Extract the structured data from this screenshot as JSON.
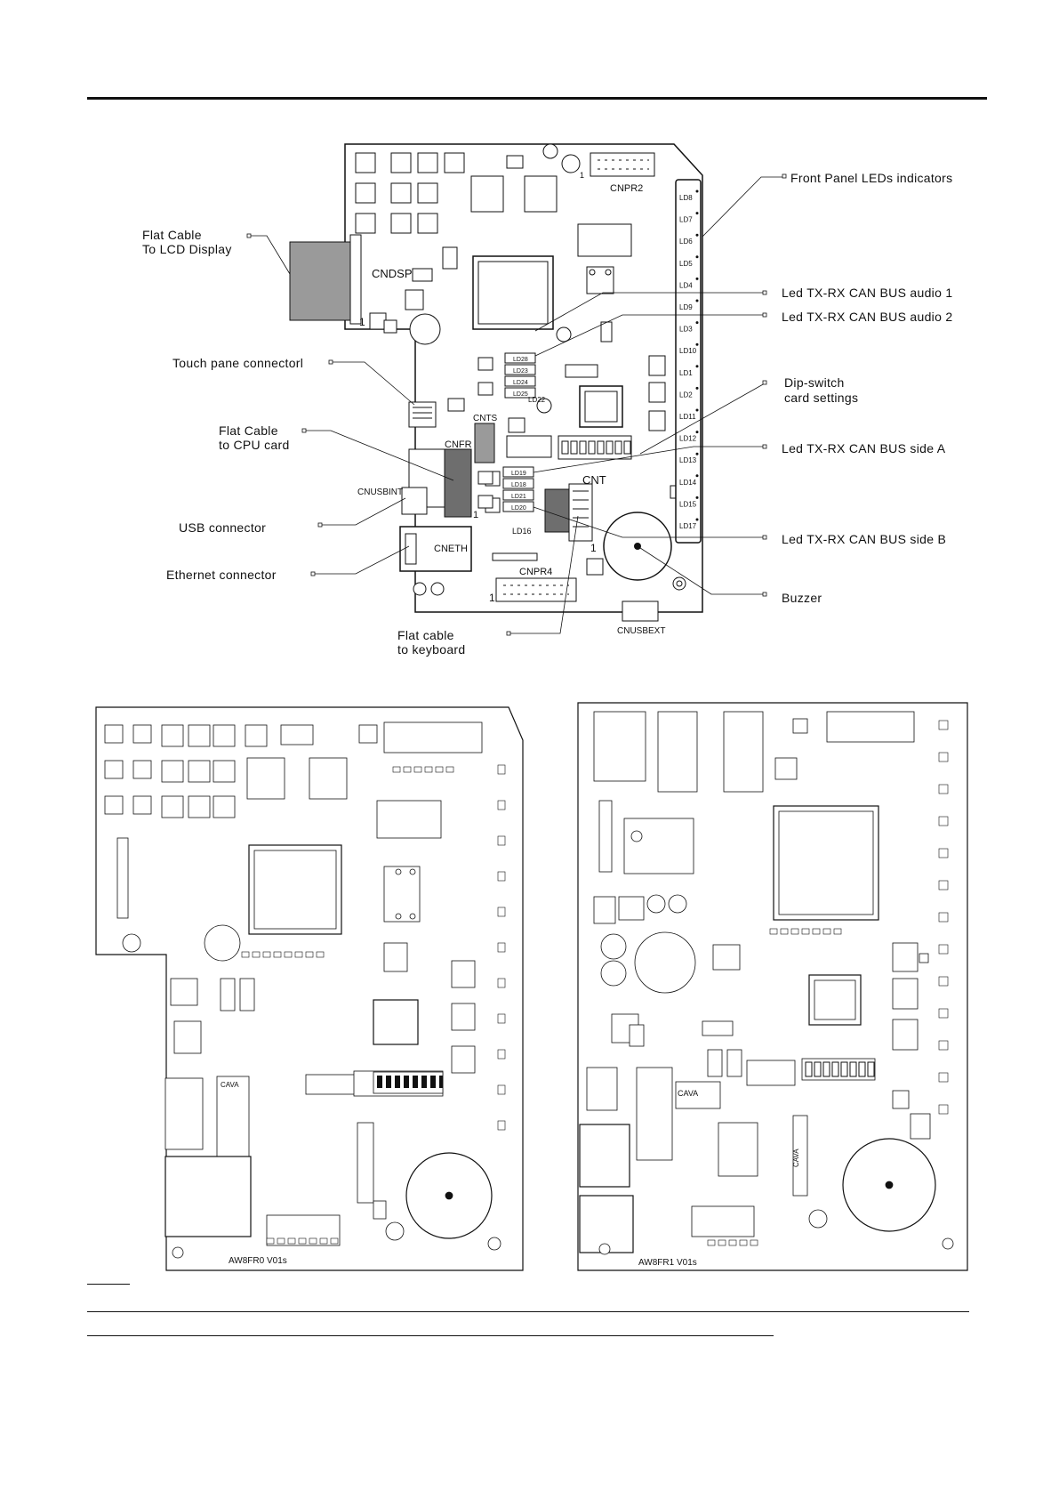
{
  "callouts": {
    "front_panel_leds": "Front  Panel  LEDs  indicators",
    "flat_cable_lcd_line1": "Flat  Cable",
    "flat_cable_lcd_line2": "To  LCD  Display",
    "led_can_audio1": "Led  TX-RX  CAN  BUS  audio  1",
    "led_can_audio2": "Led  TX-RX  CAN  BUS  audio  2",
    "touch_panel_connector": "Touch  pane  connectorl",
    "dip_switch_line1": "Dip-switch",
    "dip_switch_line2": "card  settings",
    "flat_cable_cpu_line1": "Flat  Cable",
    "flat_cable_cpu_line2": "to  CPU  card",
    "led_can_side_a": "Led  TX-RX  CAN  BUS  side  A",
    "usb_connector": "USB  connector",
    "led_can_side_b": "Led  TX-RX  CAN  BUS  side  B",
    "ethernet_connector": "Ethernet  connector",
    "buzzer": "Buzzer",
    "flat_cable_keyboard_line1": "Flat  cable",
    "flat_cable_keyboard_line2": "to  keyboard"
  },
  "board_labels": {
    "cnpr2": "CNPR2",
    "cndsp": "CNDSP",
    "cnts": "CNTS",
    "cnfr": "CNFR",
    "cnt": "CNT",
    "cnusbint": "CNUSBINT",
    "cneth": "CNETH",
    "cnpr4": "CNPR4",
    "cnusbext": "CNUSBEXT",
    "pin1": "1",
    "ld16": "LD16",
    "ld22": "LD22",
    "ld28": "LD28",
    "ld23": "LD23",
    "ld24": "LD24",
    "ld25": "LD25",
    "ld19": "LD19",
    "ld18": "LD18",
    "ld21": "LD21",
    "ld20": "LD20",
    "front_leds": [
      "LD8",
      "LD7",
      "LD6",
      "LD5",
      "LD4",
      "LD9",
      "LD3",
      "LD10",
      "LD1",
      "LD2",
      "LD11",
      "LD12",
      "LD13",
      "LD14",
      "LD15",
      "LD17"
    ]
  },
  "pcb_labels": {
    "left_board_id": "AW8FR0  V01s",
    "right_board_id": "AW8FR1  V01s",
    "cava_left": "CAVA",
    "cava_right": "CAVA",
    "cava4": "CAVA"
  },
  "colors": {
    "ink": "#111111",
    "gray_fill": "#9a9a9a",
    "dark_fill": "#6e6e6e"
  }
}
